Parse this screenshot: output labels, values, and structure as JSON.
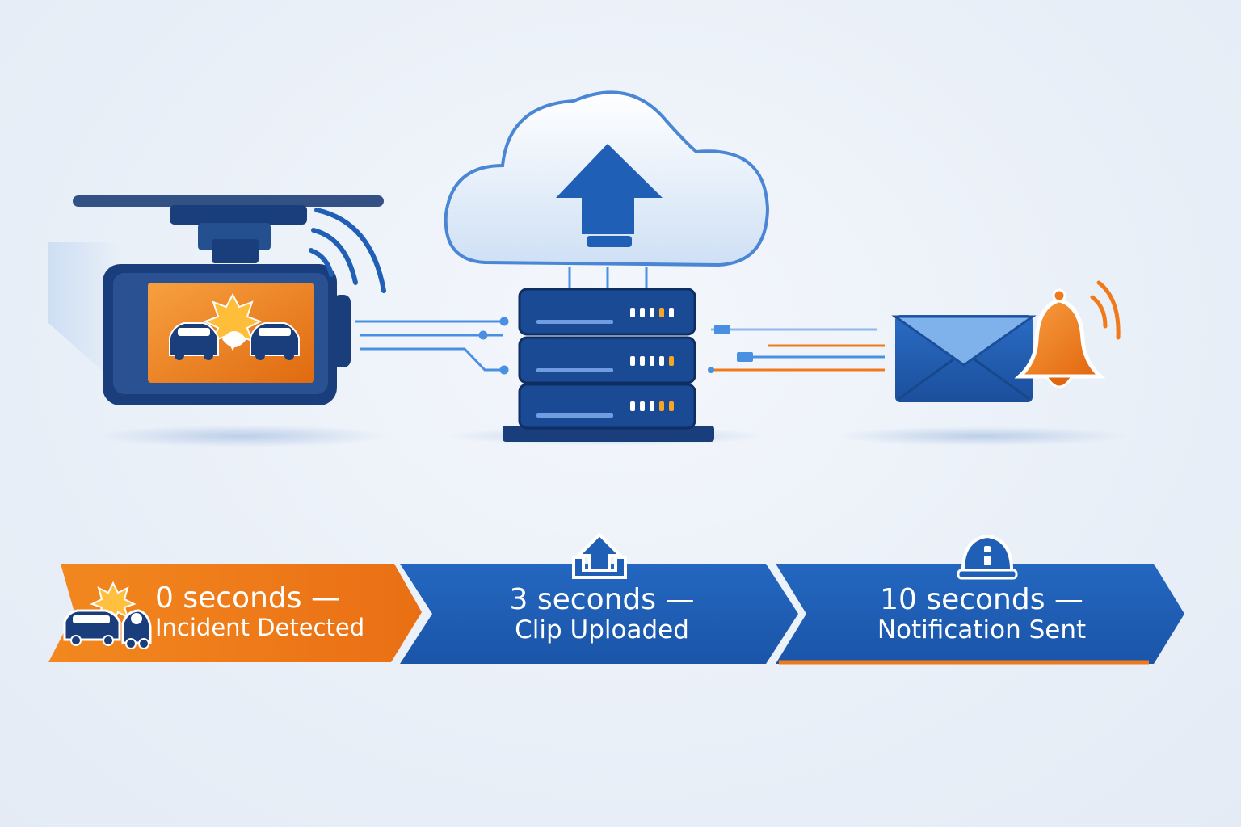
{
  "steps": [
    {
      "time": "0 seconds —",
      "label": "Incident Detected",
      "icon": "car-collision-icon",
      "color": "#f07a1a"
    },
    {
      "time": "3 seconds —",
      "label": "Clip Uploaded",
      "icon": "upload-icon",
      "color": "#1f5fb5"
    },
    {
      "time": "10 seconds —",
      "label": "Notification Sent",
      "icon": "alert-icon",
      "color": "#1f5fb5"
    }
  ],
  "illustrations": {
    "dashcam": "dashcam-icon",
    "cloud": "cloud-upload-icon",
    "server": "server-rack-icon",
    "email": "envelope-icon",
    "bell": "bell-icon"
  },
  "colors": {
    "navy": "#1a3d7c",
    "blue": "#1f5fb5",
    "light_blue": "#4a90e2",
    "orange": "#f07a1a"
  }
}
